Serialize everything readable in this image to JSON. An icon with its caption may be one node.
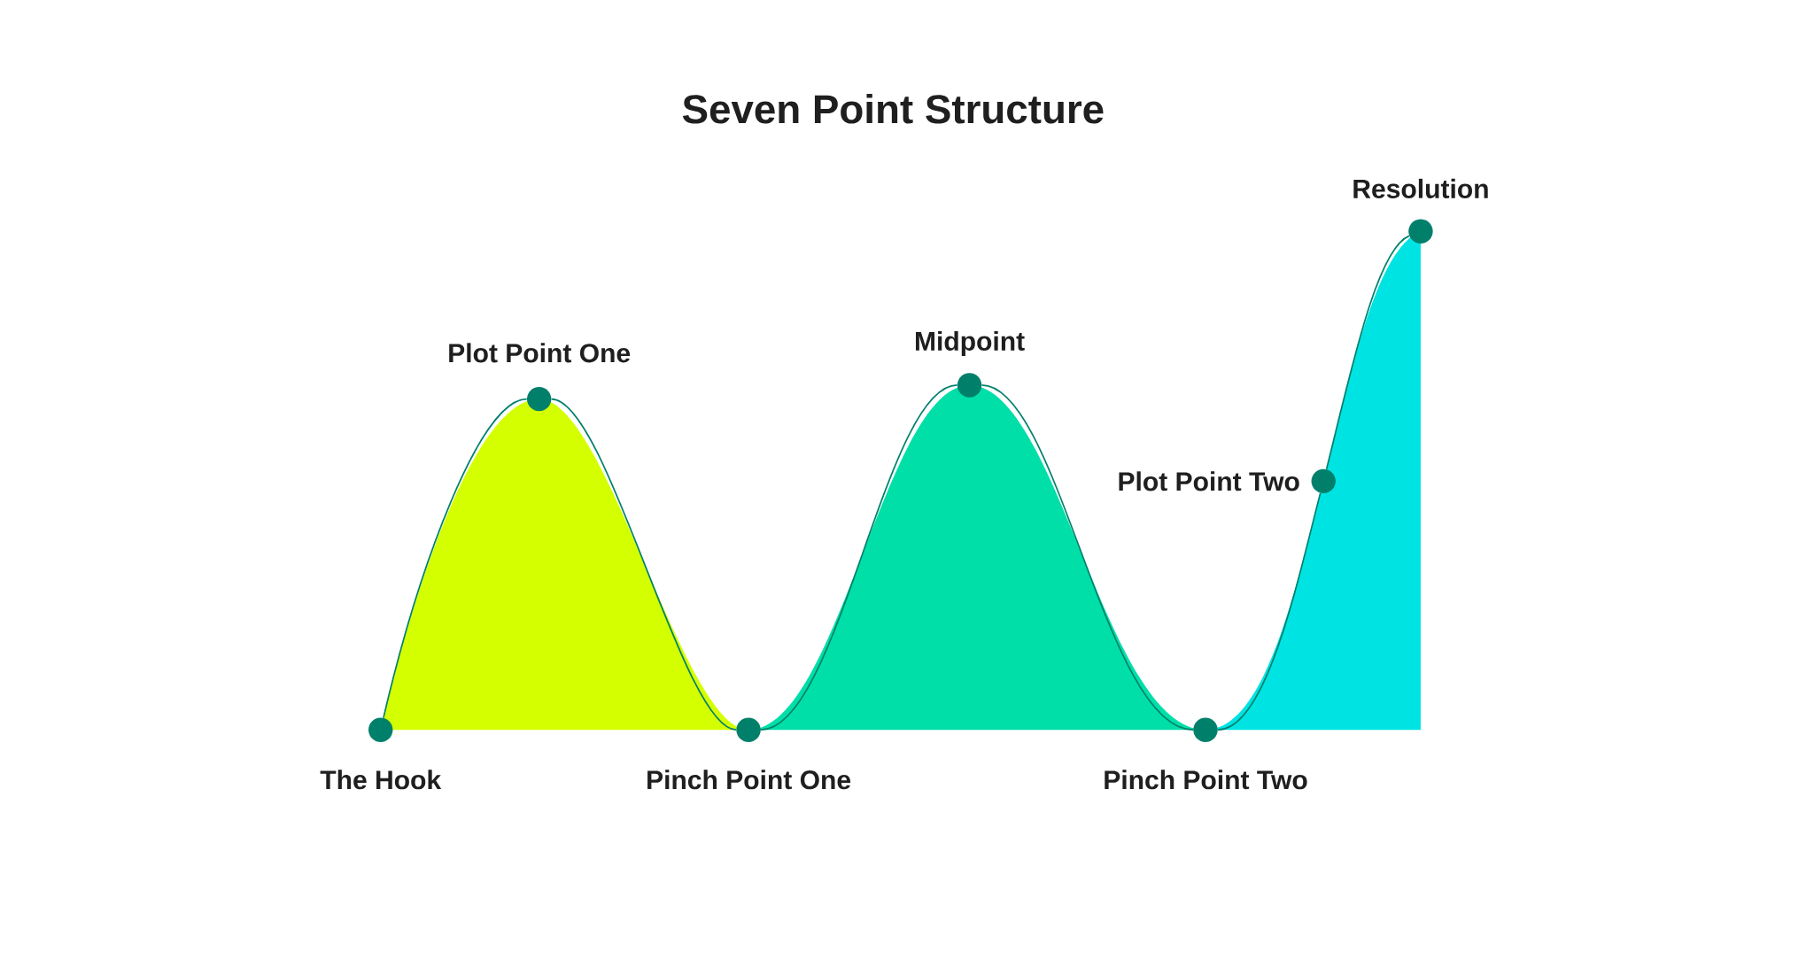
{
  "diagram": {
    "title": "Seven Point Structure",
    "nodes": [
      {
        "text": [
          "The Hook"
        ]
      },
      {
        "text": [
          "Plot Point One"
        ]
      },
      {
        "text": [
          "Pinch Point One"
        ]
      },
      {
        "text": [
          "Midpoint"
        ]
      },
      {
        "text": [
          "Pinch Point Two"
        ]
      },
      {
        "text": [
          "Plot Point Two"
        ]
      },
      {
        "text": [
          "Resolution"
        ]
      }
    ],
    "edges": [
      {
        "from": 0,
        "to": 1,
        "arrow": "none"
      },
      {
        "from": 1,
        "to": 2,
        "arrow": "none"
      },
      {
        "from": 2,
        "to": 3,
        "arrow": "none"
      },
      {
        "from": 3,
        "to": 4,
        "arrow": "none"
      },
      {
        "from": 4,
        "to": 5,
        "arrow": "none"
      },
      {
        "from": 5,
        "to": 6,
        "arrow": "none"
      }
    ]
  }
}
